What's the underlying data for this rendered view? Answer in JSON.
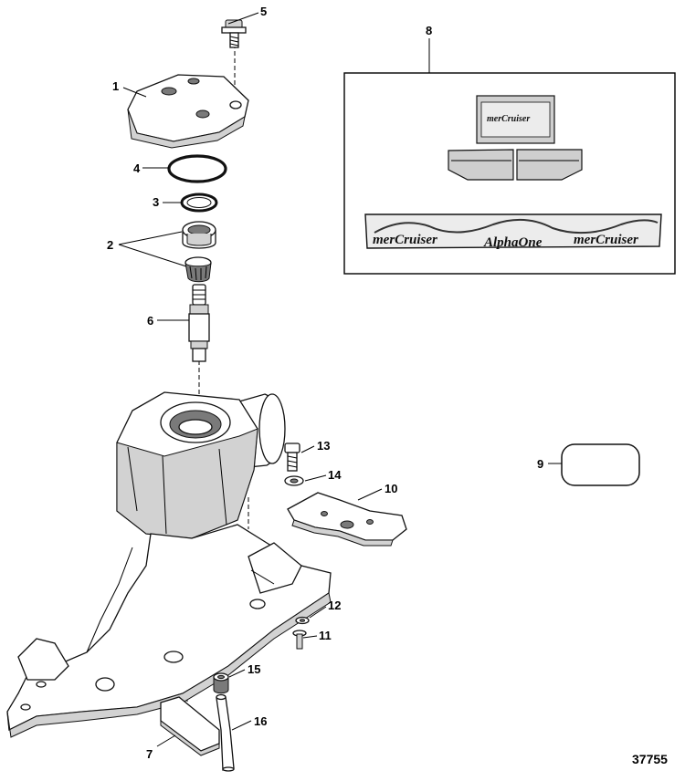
{
  "figure_number": "37755",
  "callouts": {
    "c1": "1",
    "c2": "2",
    "c3": "3",
    "c4": "4",
    "c5": "5",
    "c6": "6",
    "c7": "7",
    "c8": "8",
    "c9": "9",
    "c10": "10",
    "c11": "11",
    "c12": "12",
    "c13": "13",
    "c14": "14",
    "c15": "15",
    "c16": "16"
  },
  "decal_text": {
    "brand": "merCruiser",
    "model": "AlphaOne"
  }
}
